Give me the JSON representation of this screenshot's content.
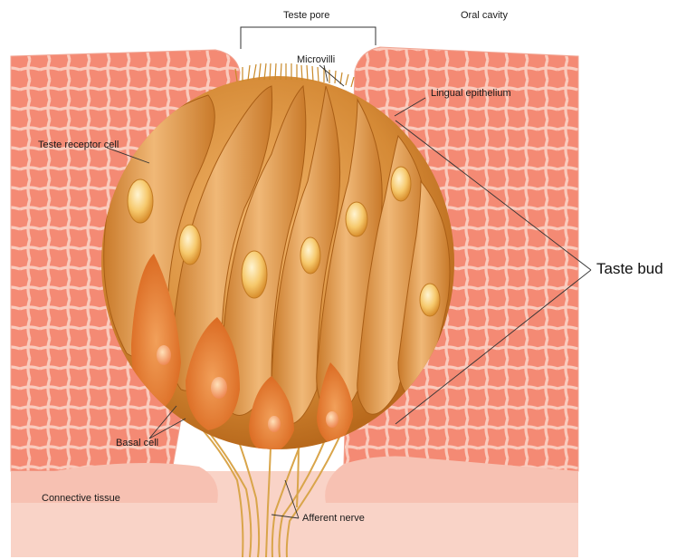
{
  "labels": {
    "taste_pore": "Teste pore",
    "oral_cavity": "Oral cavity",
    "microvilli": "Microvilli",
    "lingual_epithelium": "Lingual epithelium",
    "taste_receptor_cell": "Teste receptor cell",
    "taste_bud": "Taste bud",
    "basal_cell": "Basal cell",
    "connective_tissue": "Connective tissue",
    "afferent_nerve": "Afferent nerve"
  },
  "colors": {
    "epithelium": "#f59a86",
    "epithelium_grid": "#fde0d6",
    "connective_tissue": "#f9d3c7",
    "bud_outer": "#c8791f",
    "receptor_cell": "#eaa55a",
    "basal_cell": "#e07a2c",
    "nucleus": "#f6c86b",
    "nerve": "#d9a54a",
    "leader_line": "#333333"
  }
}
